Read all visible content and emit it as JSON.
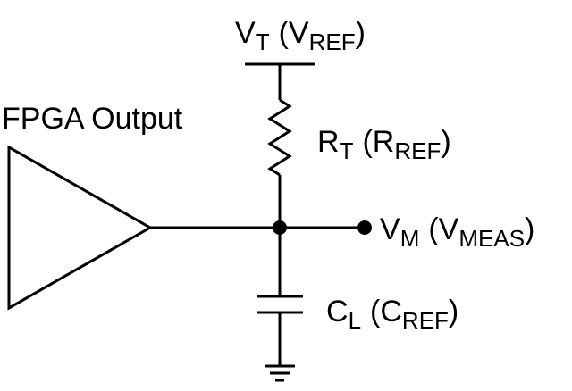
{
  "labels": {
    "fpga_output": "FPGA Output",
    "vt": {
      "main": "V",
      "sub": "T",
      "paren_open": "(V",
      "paren_sub": "REF",
      "paren_close": ")"
    },
    "rt": {
      "main": "R",
      "sub": "T",
      "paren_open": "(R",
      "paren_sub": "REF",
      "paren_close": ")"
    },
    "vm": {
      "main": "V",
      "sub": "M",
      "paren_open": "(V",
      "paren_sub": "MEAS",
      "paren_close": ")"
    },
    "cl": {
      "main": "C",
      "sub": "L",
      "paren_open": "(C",
      "paren_sub": "REF",
      "paren_close": ")"
    }
  },
  "colors": {
    "line": "#000000",
    "background": "#ffffff"
  }
}
